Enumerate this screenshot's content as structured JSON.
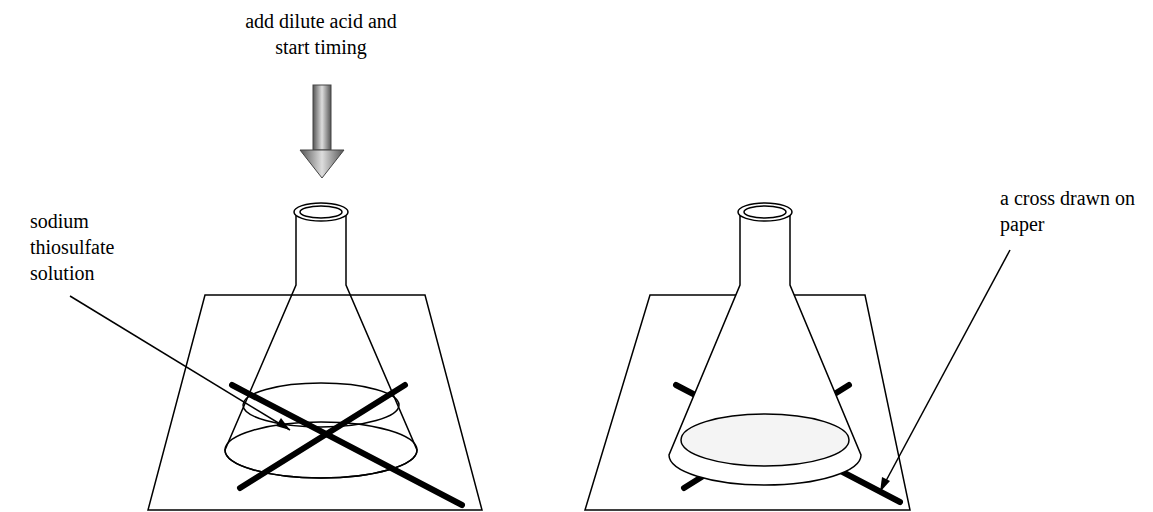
{
  "diagram": {
    "labels": [
      "add dilute acid and start timing",
      "sodium thiosulfate solution",
      "a cross drawn on paper"
    ]
  }
}
